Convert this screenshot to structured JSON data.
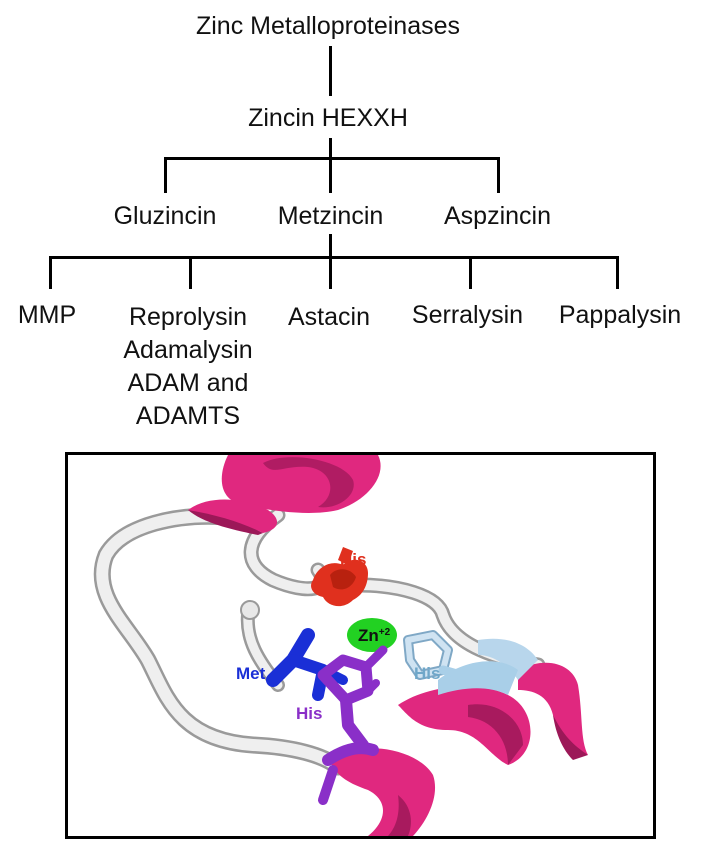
{
  "tree": {
    "root": "Zinc Metalloproteinases",
    "level1": "Zincin HEXXH",
    "level2": [
      "Gluzincin",
      "Metzincin",
      "Aspzincin"
    ],
    "level3": [
      [
        "MMP"
      ],
      [
        "Reprolysin",
        "Adamalysin",
        "ADAM and",
        "ADAMTS"
      ],
      [
        "Astacin"
      ],
      [
        "Serralysin"
      ],
      [
        "Pappalysin"
      ]
    ]
  },
  "structure": {
    "labels": {
      "his_top": "His",
      "zinc": "Zn",
      "zinc_charge": "+2",
      "met": "Met",
      "his_right": "His",
      "his_bottom": "His"
    },
    "colors": {
      "helix": "#e0287f",
      "loop": "#e6e6e6",
      "his_top": "#e0301e",
      "zinc": "#22d122",
      "met": "#1a2fd6",
      "his_right": "#a9cfe8",
      "his_bottom": "#8a2fc8"
    }
  }
}
